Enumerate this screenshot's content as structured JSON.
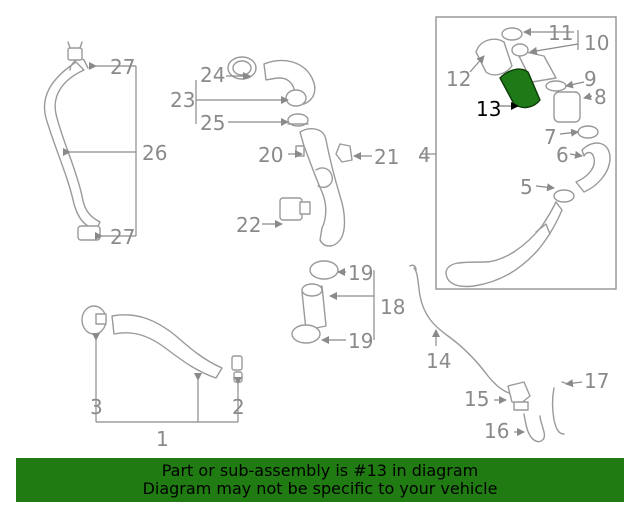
{
  "callouts": {
    "c1": "1",
    "c2": "2",
    "c3": "3",
    "c4": "4",
    "c5": "5",
    "c6": "6",
    "c7": "7",
    "c8": "8",
    "c9": "9",
    "c10": "10",
    "c11": "11",
    "c12": "12",
    "c13": "13",
    "c14": "14",
    "c15": "15",
    "c16": "16",
    "c17": "17",
    "c18": "18",
    "c19a": "19",
    "c19b": "19",
    "c20": "20",
    "c21": "21",
    "c22": "22",
    "c23": "23",
    "c24": "24",
    "c25": "25",
    "c26": "26",
    "c27a": "27",
    "c27b": "27"
  },
  "highlight": {
    "part_number": "13",
    "color": "#1e7a16"
  },
  "banner": {
    "line1": "Part or sub-assembly is #13 in diagram",
    "line2": "Diagram may not be specific to your vehicle",
    "background": "#207c12"
  }
}
